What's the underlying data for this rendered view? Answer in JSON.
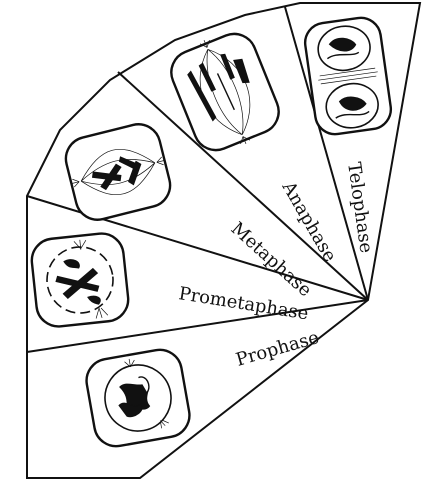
{
  "diagram": {
    "phases": [
      {
        "id": "prophase",
        "label": "Prophase"
      },
      {
        "id": "prometaphase",
        "label": "Prometaphase"
      },
      {
        "id": "metaphase",
        "label": "Metaphase"
      },
      {
        "id": "anaphase",
        "label": "Anaphase"
      },
      {
        "id": "telophase",
        "label": "Telophase"
      }
    ]
  }
}
